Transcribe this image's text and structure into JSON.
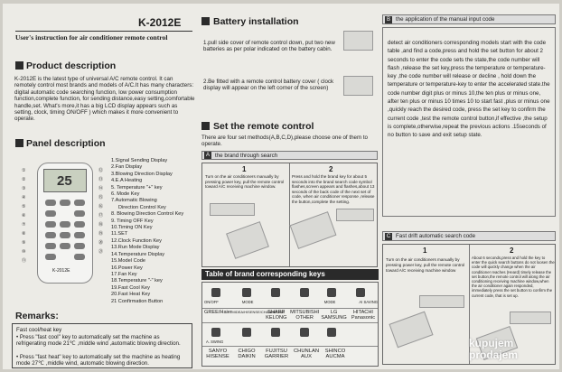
{
  "left": {
    "model": "K-2012E",
    "manual_title": "User's instruction for air conditioner remote control",
    "product_heading": "Product description",
    "product_text": "K-2012E is the latest type of universal A/C remote control. It can remotely control most brands and models of A/C.It has many characters: digital automatic code searching function, low power consumption function,complete function, for sending distance,easy setting,comfortable handle,set. What's more,it has a big LCD display appears such as setting, clock, timing ON/OFF ) which makes it more convenient to operate.",
    "panel_heading": "Panel description",
    "remote_label": "K-2012E",
    "keys": [
      "1.Signal Sending Display",
      "2.Fan Display",
      "3.Blowing Direction Display",
      "4.E.A Heating",
      "5. Temperature \"+\" key",
      "6. Mode Key",
      "7.Automatic Blowing",
      "Direction Control Key",
      "8. Blowing Direction Control Key",
      "9. Timing OFF Key",
      "10.Timing ON Key",
      "11.SET",
      "12.Clock Function Key",
      "13.Run Mode Display",
      "14.Temperature Display",
      "15.Model Code",
      "16.Power Key",
      "17.Fan Key",
      "18.Temperature \"-\" key",
      "19.Fast Cool Key",
      "20.Fast Heat Key",
      "21 Confirmation Button"
    ],
    "remarks_heading": "Remarks:",
    "remarks_sub": "Fast cool/heat key",
    "remarks": [
      "Press \"fast cool\" key to automatically set the machine as refrigerating mode 21℃ ,middle wind ,automatic blowing direction.",
      "Press \"fast heat\" key to automatically set the machine as heating mode 27℃ ,middle wind, automatic blowing direction."
    ]
  },
  "middle": {
    "battery_heading": "Battery installation",
    "battery_steps": [
      "1.pull side cover of remote control down, put two new batteries as per polar indicated on the battery cabin.",
      "2.Be fitted with a remote control battery cover ( clock display will appear on the left corner of the screen)"
    ],
    "set_heading": "Set the remote control",
    "set_text": "There are four set methods(A,B,C,D),please choose one of them to operate.",
    "method_a_letter": "A",
    "method_a_title": "the brand through search",
    "step1_num": "1",
    "step1_text": "Turn on the air conditioners manually by pressing power key, pull the remote control toward A/C receiving machine window.",
    "step2_num": "2",
    "step2_text": "Press and hold the brand key for about 5 seconds into the brand search code symbol flashes,screen appears and flashes,about 13 seconds of the back code of the next set of code, when air conditioner response ,release the button,complete the setting.",
    "table_heading": "Table of brand corresponding keys",
    "brands_row1": [
      "GREE/Haier",
      "MIDEA/HISENSE/CHANGHONG",
      "SHARP KELONG",
      "MITSUBISHI OTHER",
      "LG SAMSUNG",
      "HITACHI Panasonic"
    ],
    "icon_row1": [
      "ON/OFF",
      "MODE",
      "",
      "",
      "MODE",
      "AI SAVING"
    ],
    "icon_row2": [
      "A. SWING",
      "",
      "",
      "",
      "",
      ""
    ],
    "brands_row2": [
      "SANYO HISENSE",
      "CHIGO DAIKIN",
      "FUJITSU GARRIER",
      "CHUNLAN AUX",
      "SHINCO AUCMA"
    ]
  },
  "right": {
    "b_letter": "B",
    "b_heading": "the application of the manual input code",
    "b_text": "detect air conditioners corresponding models start with the code table ,and find a code,press and hold the set button for about 2 seconds to enter the code sets the state,the code number will flash ,release the set key,press the temperature or temperature-key ,the code number will release or decline , hold down the temperature or temperature-key to enter the accelerated state.the code number digit plus or minus 10,the ten plus or minus one, after ten plus or minus 10 times 10 to start fast ,plus or minus one ,quickly reach the desired code, press the set key to confirm the current code ,test the remote control button,if effective ,the setup is complete,otherwise,repeat the previous actions .15seconds of no button to save and exit setup state.",
    "c_letter": "C",
    "c_heading": "Fast drift automatic search code",
    "c1_num": "1",
    "c1_text": "Turn on the air conditioners manually by pressing power key, pull the remote control toward A/C receiving machine window",
    "c2_num": "2",
    "c2_text": "About 6 seconds,press and hold the key to enter the quick search buttons do not loosen the code will quickly change when the air conditioner reaches (Heard) timely release the set button,the remote control will along the air conditioning receiving machine window,when the air conditioner again responded, immediately press the set button to confirm the current code, that is set up.",
    "watermark1": "kupujem",
    "watermark2": "prodajem"
  }
}
